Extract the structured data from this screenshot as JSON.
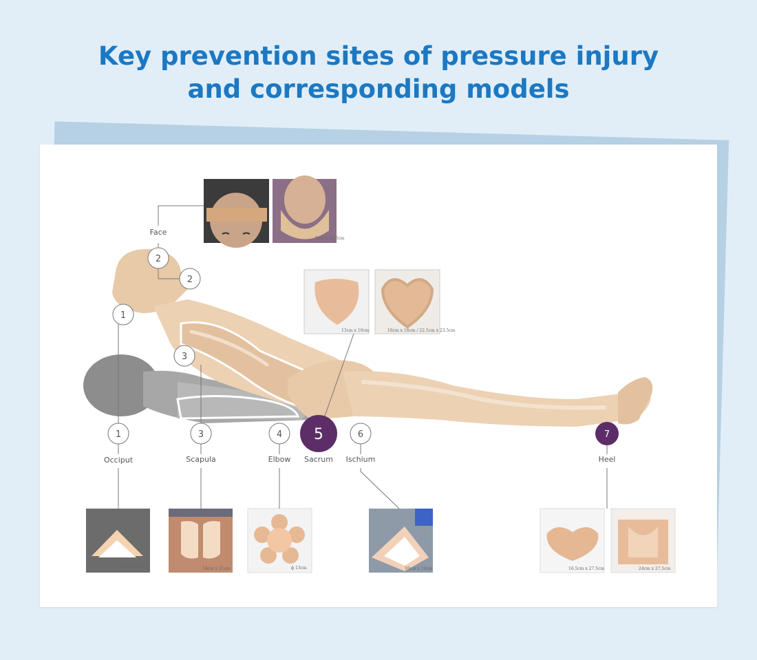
{
  "title_line1": "Key prevention sites of pressure injury",
  "title_line2": "and corresponding models",
  "colors": {
    "title": "#1c78c2",
    "background": "#e1eef8",
    "accent_purple": "#5c2d67",
    "skin": "#e8c9a8",
    "gray_body": "#8d8d8d"
  },
  "sites": {
    "face": {
      "label": "Face",
      "numbers": [
        "2",
        "2"
      ]
    },
    "occiput": {
      "label": "Occiput",
      "number": "1"
    },
    "scapula": {
      "label": "Scapula",
      "number": "3"
    },
    "elbow": {
      "label": "Elbow",
      "number": "4"
    },
    "sacrum": {
      "label": "Sacrum",
      "number": "5"
    },
    "ischium": {
      "label": "Ischium",
      "number": "6"
    },
    "heel": {
      "label": "Heel",
      "number": "7"
    }
  },
  "upper_markers": {
    "occiput": "1",
    "scapula": "3"
  },
  "size_labels": {
    "face_chin": "9cm x 12.5cm",
    "sacrum_a": "13cm x 16cm",
    "sacrum_b": "16cm x 16cm / 22.5cm x 23.5cm",
    "occiput": "10cm x 15cm",
    "scapula": "14cm x 21cm",
    "elbow": "ϕ 13cm",
    "ischium": "10cm x 10cm",
    "heel_a": "16.5cm x 27.5cm",
    "heel_b": "24cm x 27.5cm"
  },
  "icons": [
    "person-silhouette-icon",
    "face-photo-icon",
    "foam-dressing-icon"
  ]
}
